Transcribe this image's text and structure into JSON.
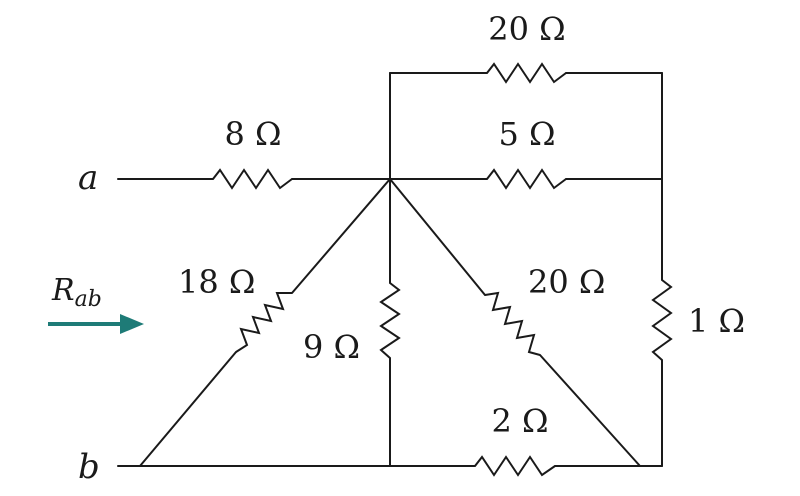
{
  "terminals": {
    "a": "a",
    "b": "b"
  },
  "measurement": {
    "symbol": "R",
    "subscript": "ab",
    "arrow_color": "#1e7b77"
  },
  "resistors": {
    "top_20": "20 Ω",
    "series_8": "8 Ω",
    "mid_5": "5 Ω",
    "diag_18": "18 Ω",
    "vert_9": "9 Ω",
    "diag_20": "20 Ω",
    "right_1": "1 Ω",
    "bottom_2": "2 Ω"
  }
}
